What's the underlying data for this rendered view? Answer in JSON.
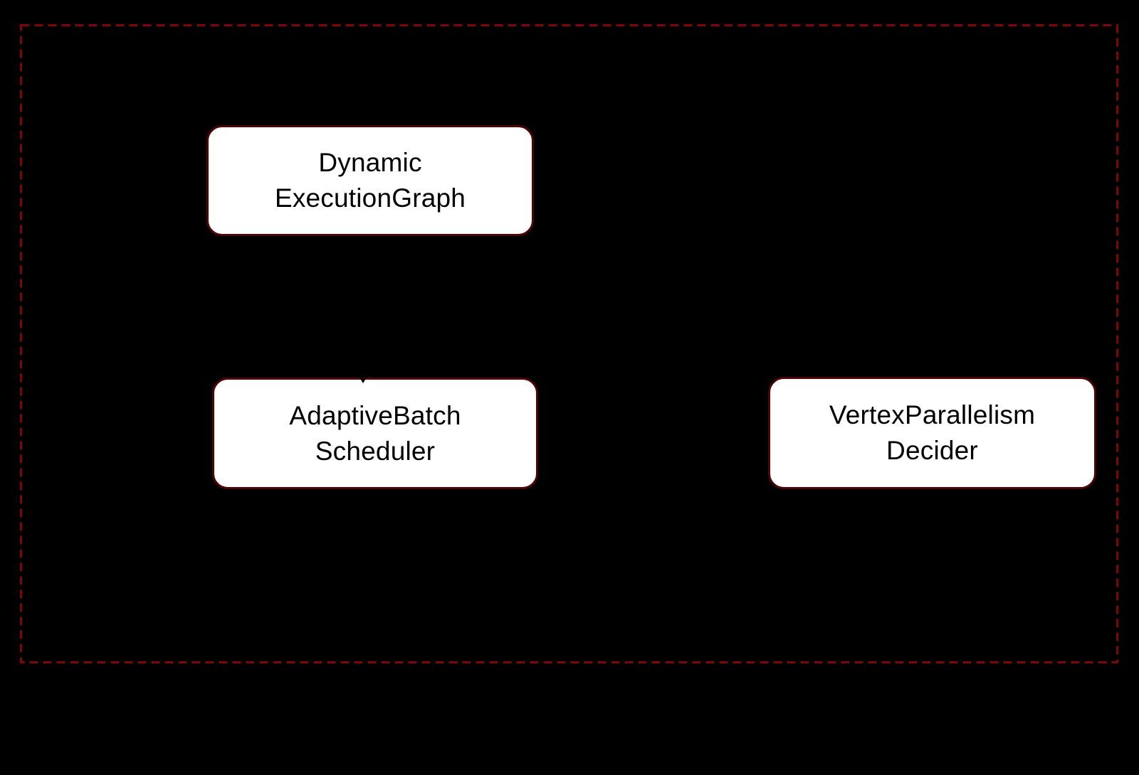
{
  "canvas": {
    "background_color": "#000000"
  },
  "boundary": {
    "style": "dashed",
    "stroke_color": "#7d0606"
  },
  "node_style": {
    "fill_color": "#ffffff",
    "border_color": "#4e0505",
    "text_color": "#000000"
  },
  "nodes": [
    {
      "id": "dynamic-execution-graph",
      "line1": "Dynamic",
      "line2": "ExecutionGraph"
    },
    {
      "id": "adaptive-batch-scheduler",
      "line1": "AdaptiveBatch",
      "line2": "Scheduler"
    },
    {
      "id": "vertex-parallelism-decider",
      "line1": "VertexParallelism",
      "line2": "Decider"
    }
  ]
}
